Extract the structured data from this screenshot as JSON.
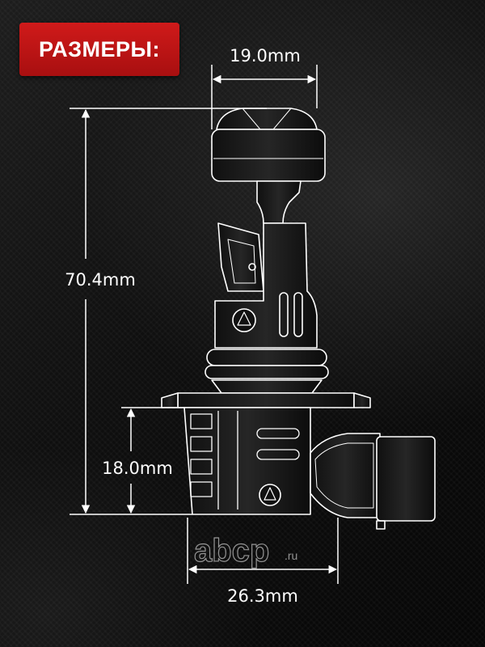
{
  "header": {
    "title": "РАЗМЕРЫ:"
  },
  "dimensions": {
    "top_width": "19.0mm",
    "total_height": "70.4mm",
    "base_height": "18.0mm",
    "base_width": "26.3mm"
  },
  "watermark": {
    "main": "abcp",
    "suffix": ".ru"
  },
  "colors": {
    "badge_red": "#c4161a",
    "line_white": "#ffffff",
    "bulb_body": "#1b1b1b"
  }
}
